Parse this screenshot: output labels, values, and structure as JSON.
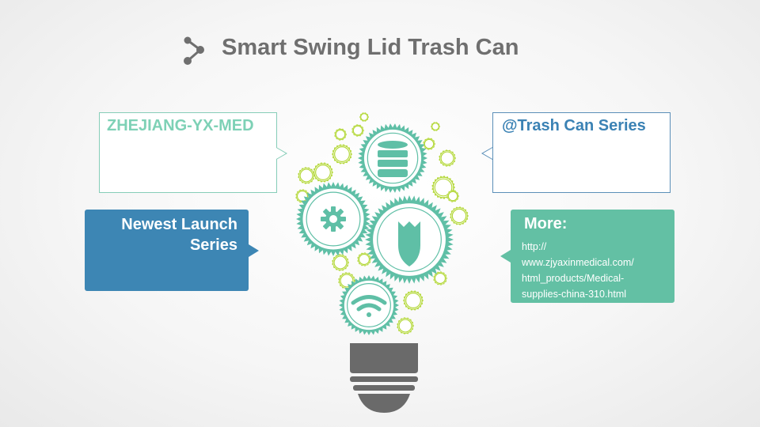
{
  "title": "Smart Swing Lid Trash Can",
  "icons": {
    "share": "share-icon",
    "database": "database-icon",
    "gear": "gear-icon",
    "shield": "shield-icon",
    "wifi": "wifi-icon"
  },
  "colors": {
    "teal": "#5fbfa6",
    "lime": "#b4d83a",
    "blue": "#3d86b4",
    "green": "#63c0a4",
    "gray": "#6a6a6a"
  },
  "callouts": {
    "company": "ZHEJIANG-YX-MED",
    "series": "@Trash Can Series",
    "launch": [
      "Newest Launch",
      "Series"
    ],
    "more_label": "More:",
    "more_url": [
      "http://",
      "www.zjyaxinmedical.com/",
      "html_products/Medical-",
      "supplies-china-310.html"
    ]
  }
}
